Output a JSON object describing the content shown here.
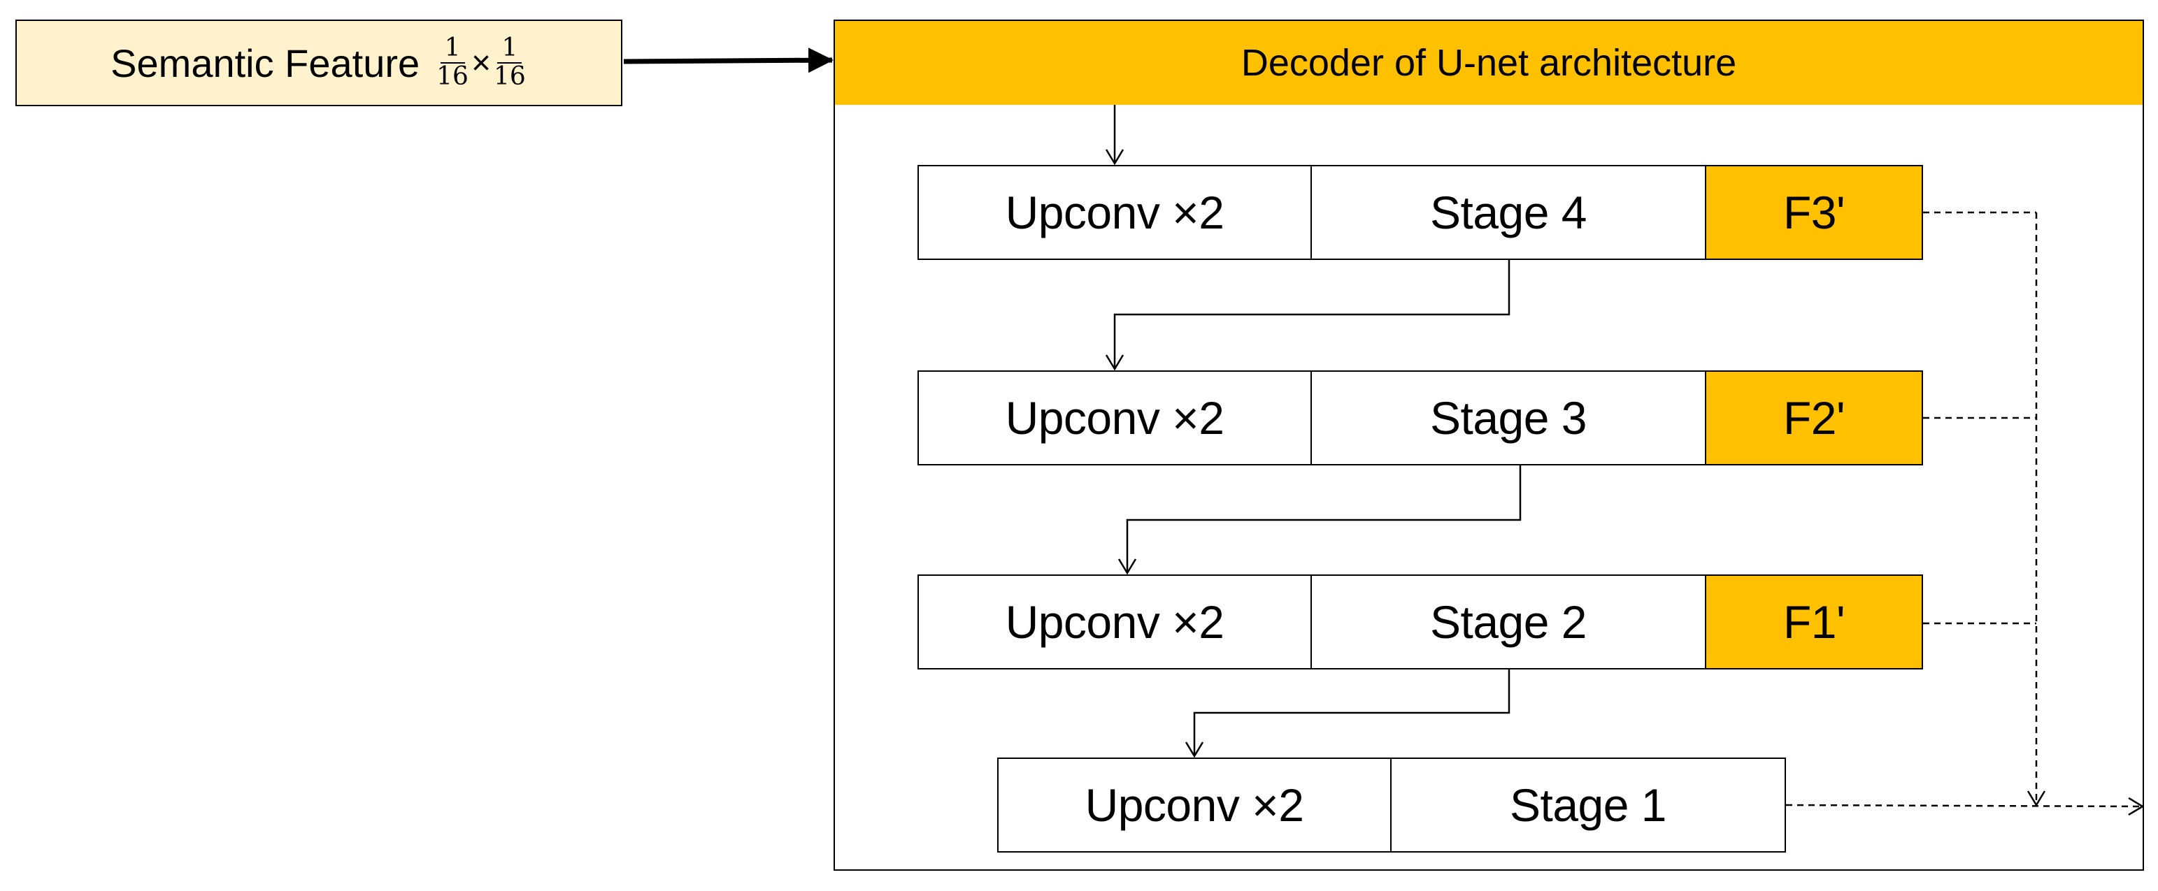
{
  "semantic_feature": {
    "label": "Semantic Feature",
    "frac1_num": "1",
    "frac1_den": "16",
    "times": "×",
    "frac2_num": "1",
    "frac2_den": "16"
  },
  "decoder": {
    "title": "Decoder of U-net architecture"
  },
  "rows": [
    {
      "upconv": "Upconv ×2",
      "stage": "Stage 4",
      "feature": "F3'"
    },
    {
      "upconv": "Upconv ×2",
      "stage": "Stage 3",
      "feature": "F2'"
    },
    {
      "upconv": "Upconv ×2",
      "stage": "Stage 2",
      "feature": "F1'"
    },
    {
      "upconv": "Upconv ×2",
      "stage": "Stage 1"
    }
  ],
  "colors": {
    "gold": "#FFC000",
    "cream": "#FFF2CC",
    "line": "#000000"
  }
}
